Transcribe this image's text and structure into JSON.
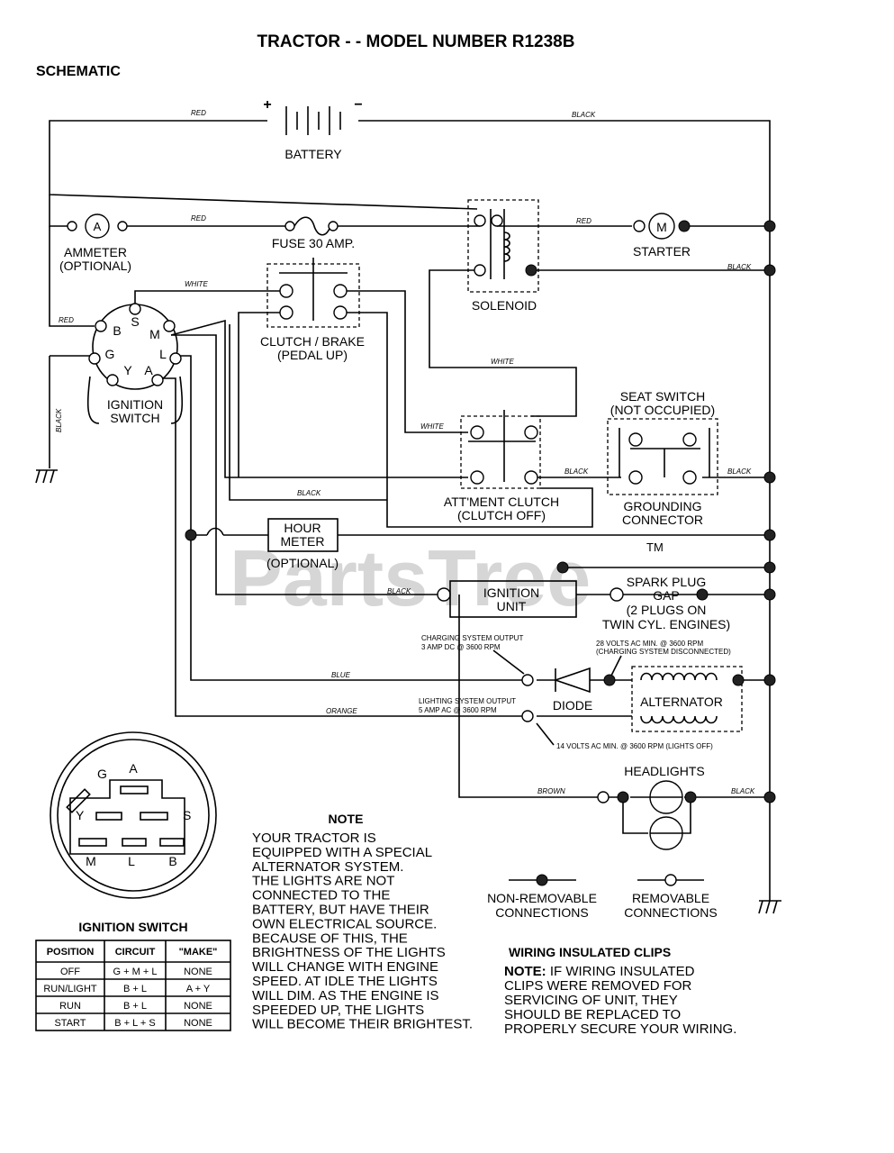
{
  "title": "TRACTOR - - MODEL NUMBER R1238B",
  "subtitle": "SCHEMATIC",
  "watermark": "PartsTree",
  "trademark": "TM",
  "components": {
    "battery": "BATTERY",
    "battery_plus": "+",
    "battery_minus": "−",
    "ammeter": "AMMETER",
    "ammeter_opt": "(OPTIONAL)",
    "ammeter_symbol": "A",
    "fuse": "FUSE 30 AMP.",
    "solenoid": "SOLENOID",
    "starter": "STARTER",
    "starter_symbol": "M",
    "clutch_brake": "CLUTCH / BRAKE",
    "clutch_brake_sub": "(PEDAL UP)",
    "ignition_switch_1": "IGNITION",
    "ignition_switch_2": "SWITCH",
    "seat_switch": "SEAT SWITCH",
    "seat_switch_sub": "(NOT OCCUPIED)",
    "attment_clutch": "ATT'MENT CLUTCH",
    "attment_clutch_sub": "(CLUTCH OFF)",
    "grounding": "GROUNDING",
    "grounding_sub": "CONNECTOR",
    "hour_meter_1": "HOUR",
    "hour_meter_2": "METER",
    "hour_meter_opt": "(OPTIONAL)",
    "ignition_unit_1": "IGNITION",
    "ignition_unit_2": "UNIT",
    "spark_1": "SPARK PLUG",
    "spark_2": "GAP",
    "spark_3": "(2 PLUGS ON",
    "spark_4": "TWIN CYL. ENGINES)",
    "diode": "DIODE",
    "alternator": "ALTERNATOR",
    "headlights": "HEADLIGHTS"
  },
  "switch_terminals": {
    "s": "S",
    "b": "B",
    "m": "M",
    "g": "G",
    "l": "L",
    "y": "Y",
    "a": "A"
  },
  "wires": {
    "red1": "RED",
    "black1": "BLACK",
    "red2": "RED",
    "red3": "RED",
    "black2": "BLACK",
    "white1": "WHITE",
    "red4": "RED",
    "black_ground": "BLACK",
    "white2": "WHITE",
    "white3": "WHITE",
    "black3": "BLACK",
    "black4": "BLACK",
    "black5": "BLACK",
    "black6": "BLACK",
    "blue": "BLUE",
    "orange": "ORANGE",
    "brown": "BROWN",
    "black7": "BLACK"
  },
  "alternator_notes": {
    "charging_1": "CHARGING SYSTEM OUTPUT",
    "charging_2": "3 AMP DC @ 3600 RPM",
    "volts_1": "28 VOLTS AC MIN. @ 3600 RPM",
    "volts_2": "(CHARGING SYSTEM DISCONNECTED)",
    "lighting_1": "LIGHTING SYSTEM OUTPUT",
    "lighting_2": "5 AMP AC @ 3600 RPM",
    "lights_off": "14 VOLTS AC MIN. @ 3600 RPM (LIGHTS OFF)"
  },
  "plug": {
    "title": "IGNITION SWITCH",
    "labels": {
      "g": "G",
      "a": "A",
      "y": "Y",
      "s": "S",
      "m": "M",
      "l": "L",
      "b": "B"
    }
  },
  "switch_table": {
    "headers": [
      "POSITION",
      "CIRCUIT",
      "\"MAKE\""
    ],
    "rows": [
      [
        "OFF",
        "G + M + L",
        "NONE"
      ],
      [
        "RUN/LIGHT",
        "B + L",
        "A + Y"
      ],
      [
        "RUN",
        "B + L",
        "NONE"
      ],
      [
        "START",
        "B + L + S",
        "NONE"
      ]
    ]
  },
  "note": {
    "heading": "NOTE",
    "lines": [
      "YOUR TRACTOR IS",
      "EQUIPPED WITH A SPECIAL",
      "ALTERNATOR SYSTEM.",
      "THE LIGHTS ARE NOT",
      "CONNECTED TO THE",
      "BATTERY, BUT HAVE THEIR",
      "OWN ELECTRICAL SOURCE.",
      "BECAUSE OF THIS, THE",
      "BRIGHTNESS OF THE LIGHTS",
      "WILL CHANGE WITH ENGINE",
      "SPEED.  AT IDLE THE LIGHTS",
      "WILL DIM.  AS THE ENGINE IS",
      "SPEEDED UP, THE LIGHTS",
      "WILL BECOME THEIR BRIGHTEST."
    ]
  },
  "legend": {
    "non_removable_1": "NON-REMOVABLE",
    "non_removable_2": "CONNECTIONS",
    "removable_1": "REMOVABLE",
    "removable_2": "CONNECTIONS"
  },
  "clips": {
    "heading": "WIRING INSULATED CLIPS",
    "note_label": "NOTE:",
    "lines": [
      " IF WIRING INSULATED",
      "CLIPS WERE REMOVED FOR",
      "SERVICING OF UNIT, THEY",
      "SHOULD BE REPLACED TO",
      "PROPERLY SECURE YOUR WIRING."
    ]
  }
}
